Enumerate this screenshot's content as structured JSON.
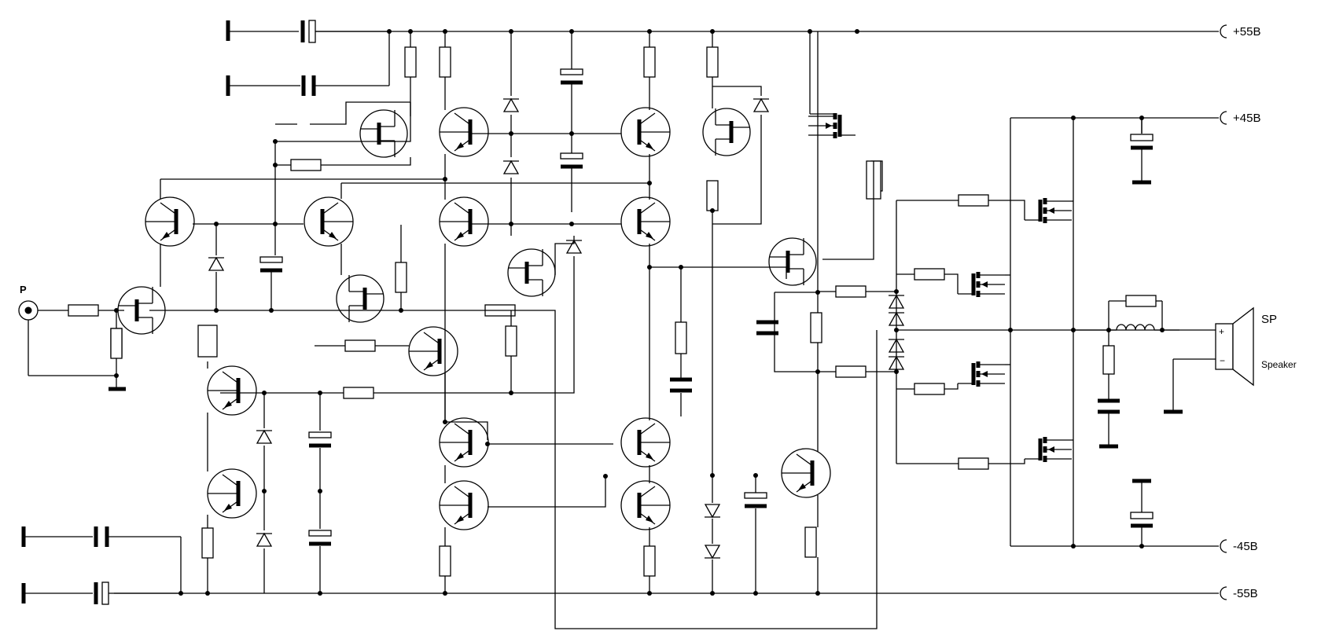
{
  "rails": {
    "pos55": "+55B",
    "pos45": "+45B",
    "neg45": "-45B",
    "neg55": "-55B"
  },
  "input_label": "P",
  "speaker": {
    "label": "SP",
    "name": "Speaker",
    "plus": "+",
    "minus": "−"
  }
}
